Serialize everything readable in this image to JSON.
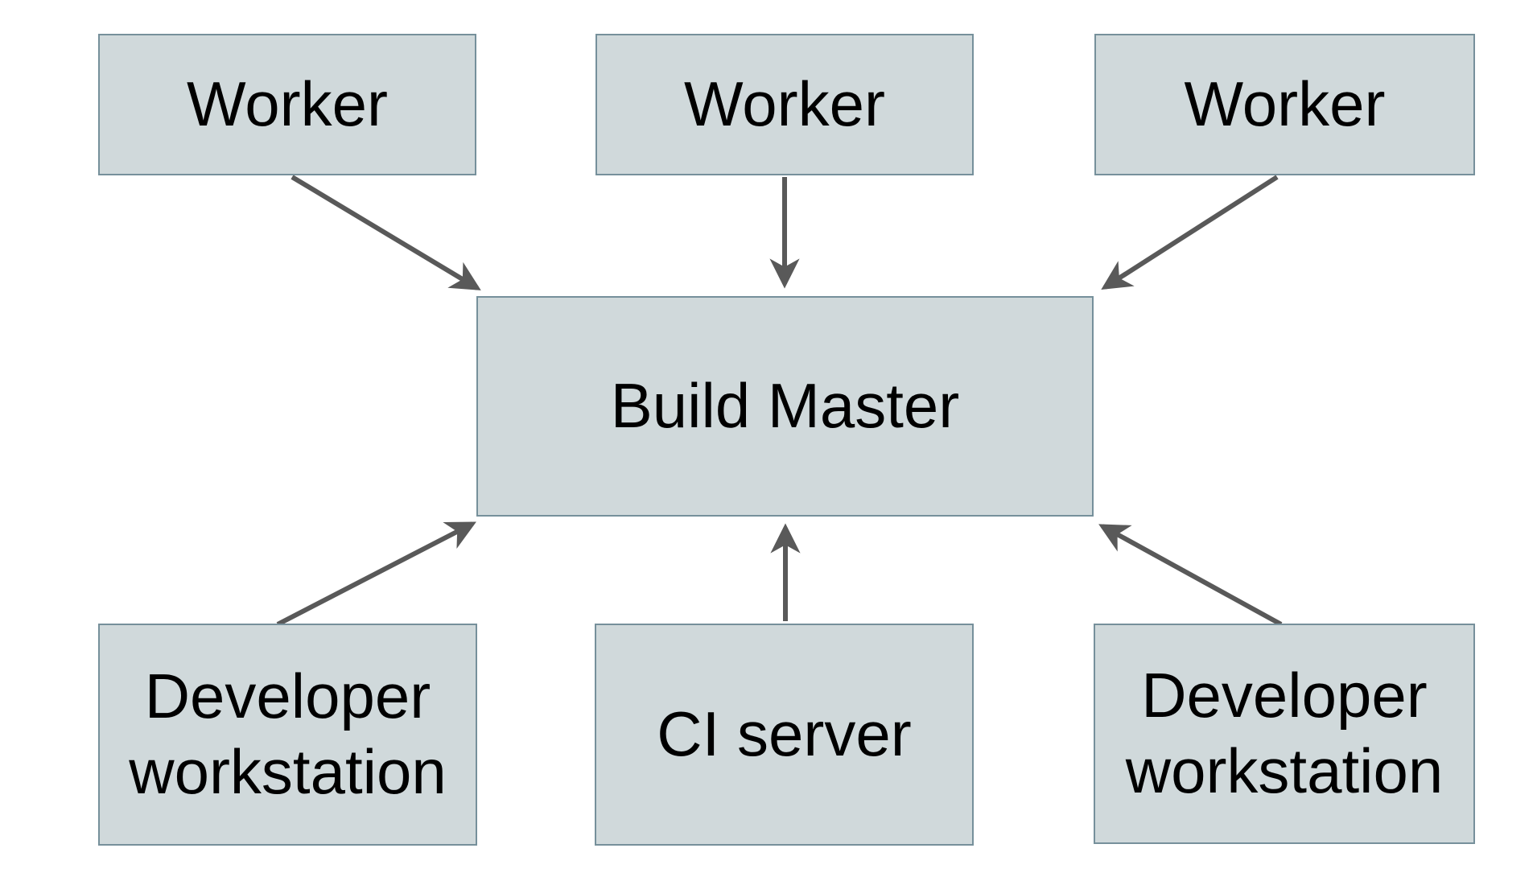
{
  "diagram": {
    "nodes": [
      {
        "id": "worker-left",
        "label": "Worker"
      },
      {
        "id": "worker-middle",
        "label": "Worker"
      },
      {
        "id": "worker-right",
        "label": "Worker"
      },
      {
        "id": "build-master",
        "label": "Build Master"
      },
      {
        "id": "dev-workstation-left",
        "label": "Developer workstation"
      },
      {
        "id": "ci-server",
        "label": "CI server"
      },
      {
        "id": "dev-workstation-right",
        "label": "Developer workstation"
      }
    ],
    "edges": [
      {
        "from": "worker-left",
        "to": "build-master"
      },
      {
        "from": "worker-middle",
        "to": "build-master"
      },
      {
        "from": "worker-right",
        "to": "build-master"
      },
      {
        "from": "dev-workstation-left",
        "to": "build-master"
      },
      {
        "from": "ci-server",
        "to": "build-master"
      },
      {
        "from": "dev-workstation-right",
        "to": "build-master"
      }
    ],
    "colors": {
      "background": "#ffffff",
      "node_fill": "#d0d9db",
      "node_border": "#76909b",
      "arrow": "#595959",
      "text": "#000000"
    }
  }
}
